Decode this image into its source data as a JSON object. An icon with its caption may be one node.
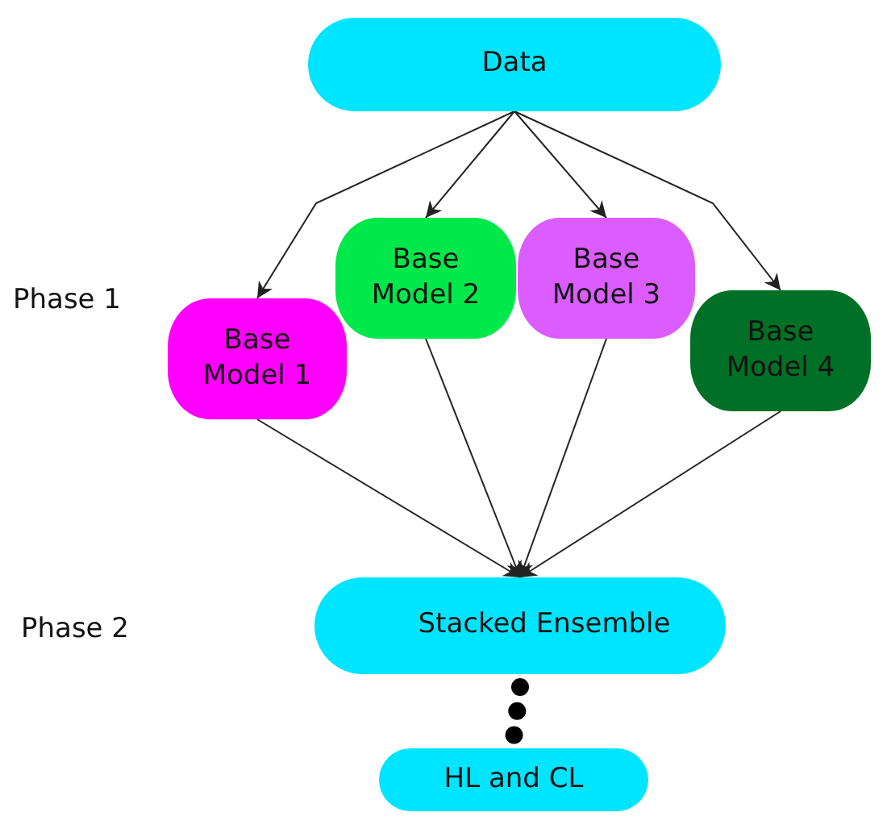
{
  "diagram": {
    "nodes": [
      {
        "text": [
          "Data"
        ]
      },
      {
        "text": [
          "Base Model 1"
        ]
      },
      {
        "text": [
          "Base Model 2"
        ]
      },
      {
        "text": [
          "Base Model 3"
        ]
      },
      {
        "text": [
          "Base Model 4"
        ]
      },
      {
        "text": [
          "Stacked Ensemble"
        ]
      },
      {
        "text": [
          "HL and CL"
        ]
      }
    ],
    "edges": [
      {
        "from": 0,
        "to": 1,
        "arrow": "to"
      },
      {
        "from": 0,
        "to": 2,
        "arrow": "to"
      },
      {
        "from": 0,
        "to": 3,
        "arrow": "to"
      },
      {
        "from": 0,
        "to": 4,
        "arrow": "to"
      },
      {
        "from": 1,
        "to": 5,
        "arrow": "to"
      },
      {
        "from": 2,
        "to": 5,
        "arrow": "to"
      },
      {
        "from": 3,
        "to": 5,
        "arrow": "to"
      },
      {
        "from": 4,
        "to": 5,
        "arrow": "to"
      },
      {
        "from": 5,
        "to": 6,
        "arrow": "none",
        "style": "dashed"
      }
    ],
    "labels": [
      "Phase 1",
      "Phase 2"
    ]
  }
}
